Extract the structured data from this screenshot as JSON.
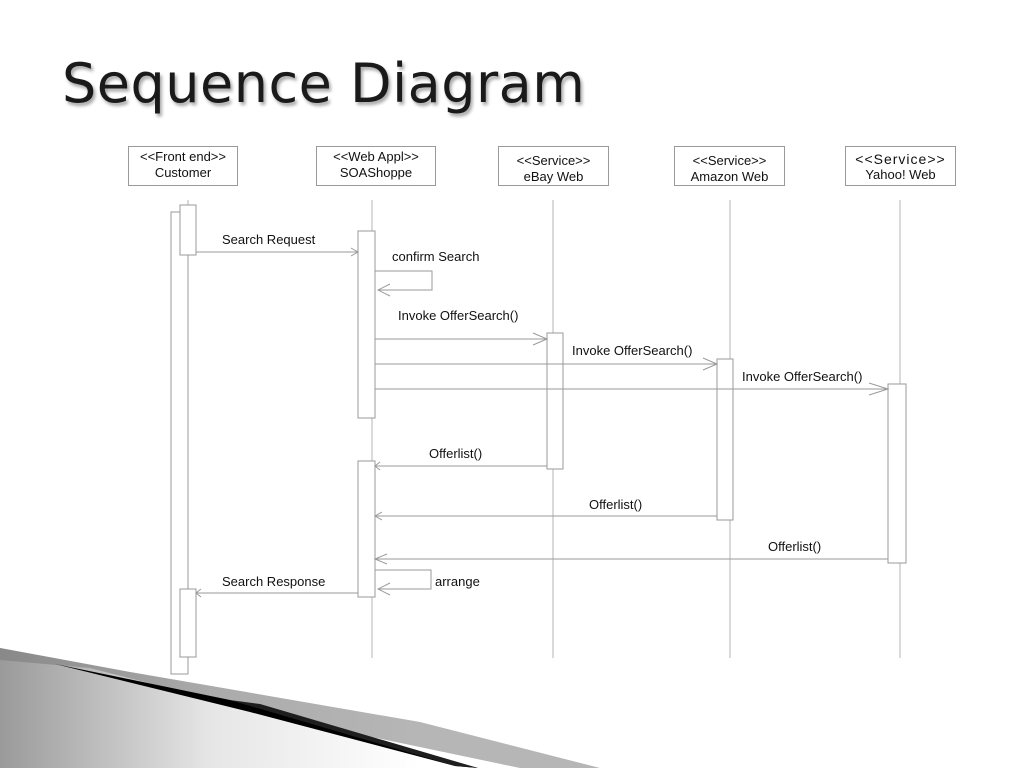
{
  "slide": {
    "title": "Sequence Diagram"
  },
  "participants": [
    {
      "stereotype": "<<Front end>>",
      "name": "Customer"
    },
    {
      "stereotype": "<<Web Appl>>",
      "name": "SOAShoppe"
    },
    {
      "stereotype": "<<Service>>",
      "name": "eBay Web"
    },
    {
      "stereotype": "<<Service>>",
      "name": "Amazon Web"
    },
    {
      "stereotype": "<<Service>>",
      "name": "Yahoo! Web"
    }
  ],
  "messages": [
    {
      "label": "Search Request",
      "from": "Customer",
      "to": "SOAShoppe"
    },
    {
      "label": "confirm Search",
      "from": "SOAShoppe",
      "to": "SOAShoppe"
    },
    {
      "label": "Invoke OfferSearch()",
      "from": "SOAShoppe",
      "to": "eBay Web"
    },
    {
      "label": "Invoke OfferSearch()",
      "from": "SOAShoppe",
      "to": "Amazon Web"
    },
    {
      "label": "Invoke OfferSearch()",
      "from": "SOAShoppe",
      "to": "Yahoo! Web"
    },
    {
      "label": "Offerlist()",
      "from": "eBay Web",
      "to": "SOAShoppe"
    },
    {
      "label": "Offerlist()",
      "from": "Amazon Web",
      "to": "SOAShoppe"
    },
    {
      "label": "Offerlist()",
      "from": "Yahoo! Web",
      "to": "SOAShoppe"
    },
    {
      "label": "arrange",
      "from": "SOAShoppe",
      "to": "SOAShoppe"
    },
    {
      "label": "Search Response",
      "from": "SOAShoppe",
      "to": "Customer"
    }
  ]
}
